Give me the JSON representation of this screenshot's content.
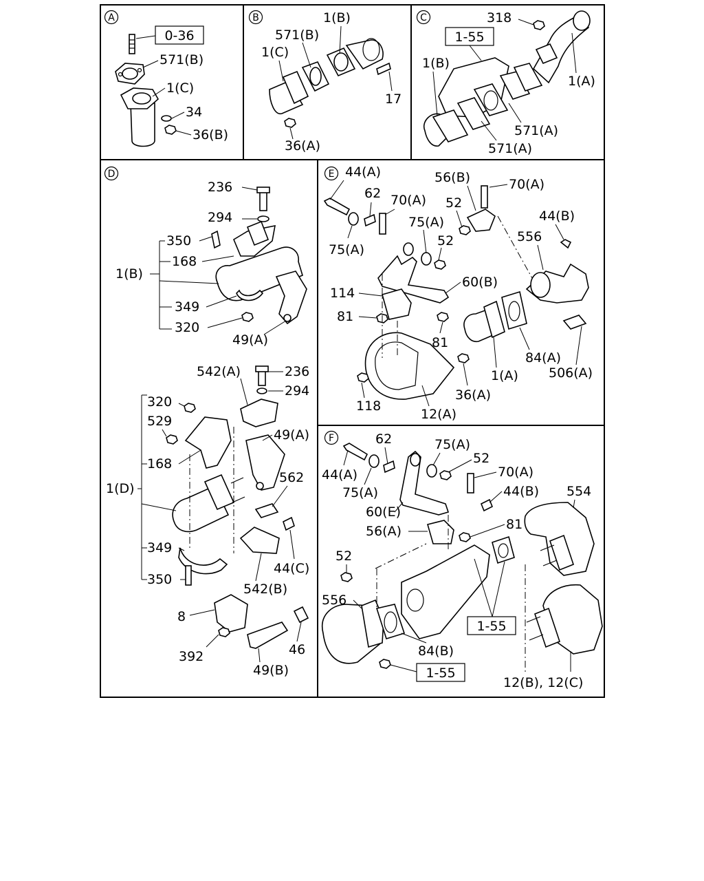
{
  "sections": {
    "A": {
      "id": "A",
      "labels": [
        "0-36",
        "571(B)",
        "1(C)",
        "34",
        "36(B)"
      ]
    },
    "B": {
      "id": "B",
      "labels": [
        "1(B)",
        "571(B)",
        "1(C)",
        "17",
        "36(A)"
      ]
    },
    "C": {
      "id": "C",
      "labels": [
        "318",
        "1-55",
        "1(B)",
        "1(A)",
        "571(A)",
        "571(A)"
      ]
    },
    "D": {
      "id": "D",
      "labels": [
        "236",
        "294",
        "350",
        "168",
        "1(B)",
        "349",
        "320",
        "49(A)",
        "542(A)",
        "236",
        "294",
        "320",
        "529",
        "49(A)",
        "168",
        "562",
        "1(D)",
        "349",
        "44(C)",
        "350",
        "542(B)",
        "8",
        "46",
        "392",
        "49(B)"
      ]
    },
    "E": {
      "id": "E",
      "labels": [
        "44(A)",
        "62",
        "70(A)",
        "56(B)",
        "70(A)",
        "52",
        "75(A)",
        "75(A)",
        "52",
        "44(B)",
        "556",
        "60(B)",
        "114",
        "81",
        "81",
        "84(A)",
        "1(A)",
        "506(A)",
        "118",
        "36(A)",
        "12(A)"
      ]
    },
    "F": {
      "id": "F",
      "labels": [
        "62",
        "75(A)",
        "44(A)",
        "52",
        "75(A)",
        "70(A)",
        "44(B)",
        "554",
        "60(E)",
        "56(A)",
        "81",
        "52",
        "556",
        "1-55",
        "84(B)",
        "1-55",
        "12(B), 12(C)"
      ]
    }
  }
}
